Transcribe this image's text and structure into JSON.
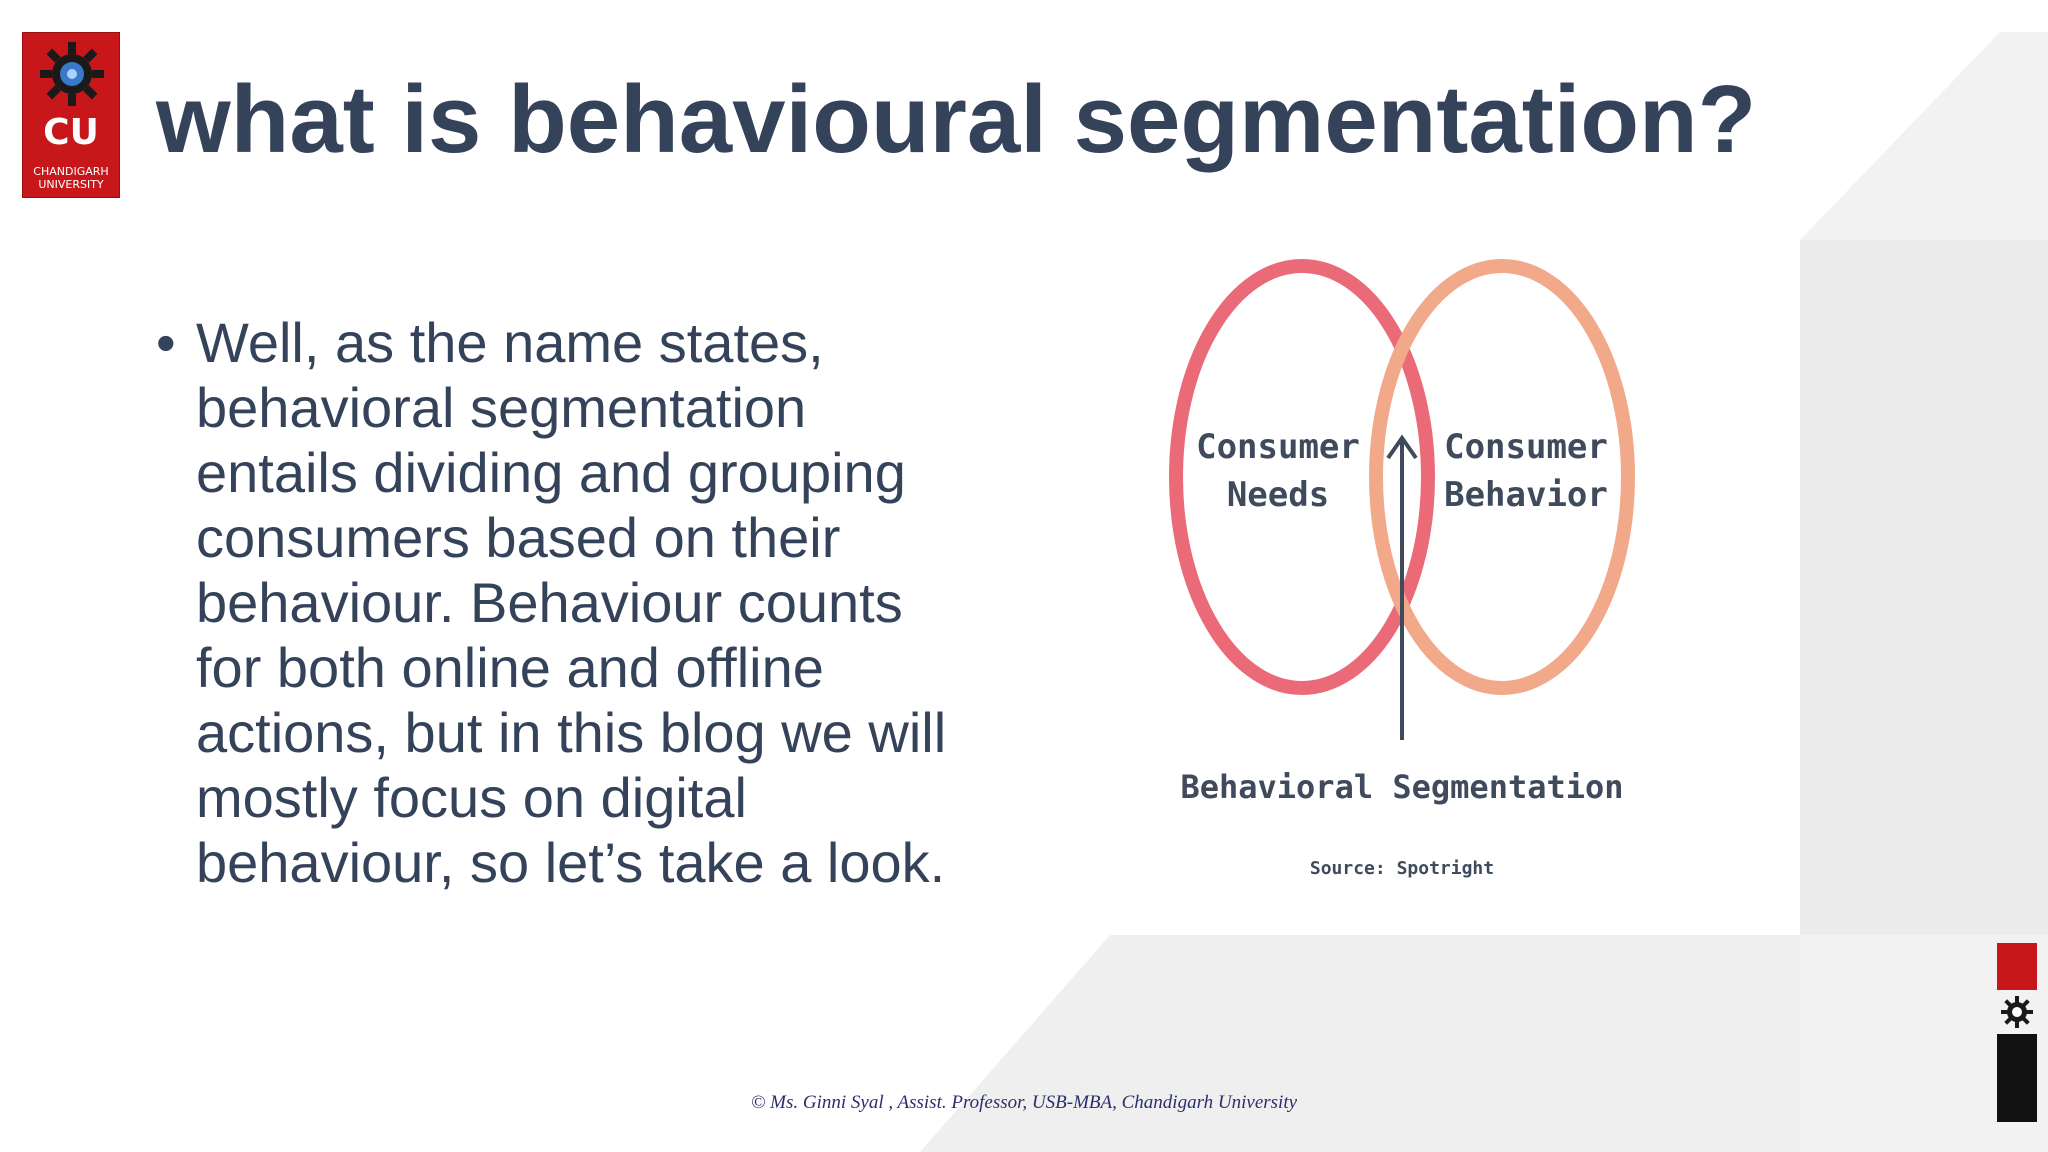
{
  "logo": {
    "abbr": "CU",
    "name": "CHANDIGARH UNIVERSITY",
    "brand_color": "#c8171b"
  },
  "slide": {
    "title": "what is behavioural segmentation?",
    "bullet_marker": "•",
    "bullet_text": "Well, as the name states, behavioral segmentation entails dividing and grouping consumers based on their behaviour. Behaviour counts for both online and offline actions, but in this blog we will mostly focus on digital behaviour, so let’s take a look.",
    "text_color": "#34425a"
  },
  "diagram": {
    "left_circle_line1": "Consumer",
    "left_circle_line2": "Needs",
    "right_circle_line1": "Consumer",
    "right_circle_line2": "Behavior",
    "caption": "Behavioral Segmentation",
    "source": "Source: Spotright",
    "left_circle_color": "#ea6a78",
    "right_circle_color": "#f2a98a",
    "arrow_color": "#3f4b5c"
  },
  "footer": {
    "credit": "© Ms. Ginni Syal , Assist. Professor, USB-MBA, Chandigarh University"
  }
}
